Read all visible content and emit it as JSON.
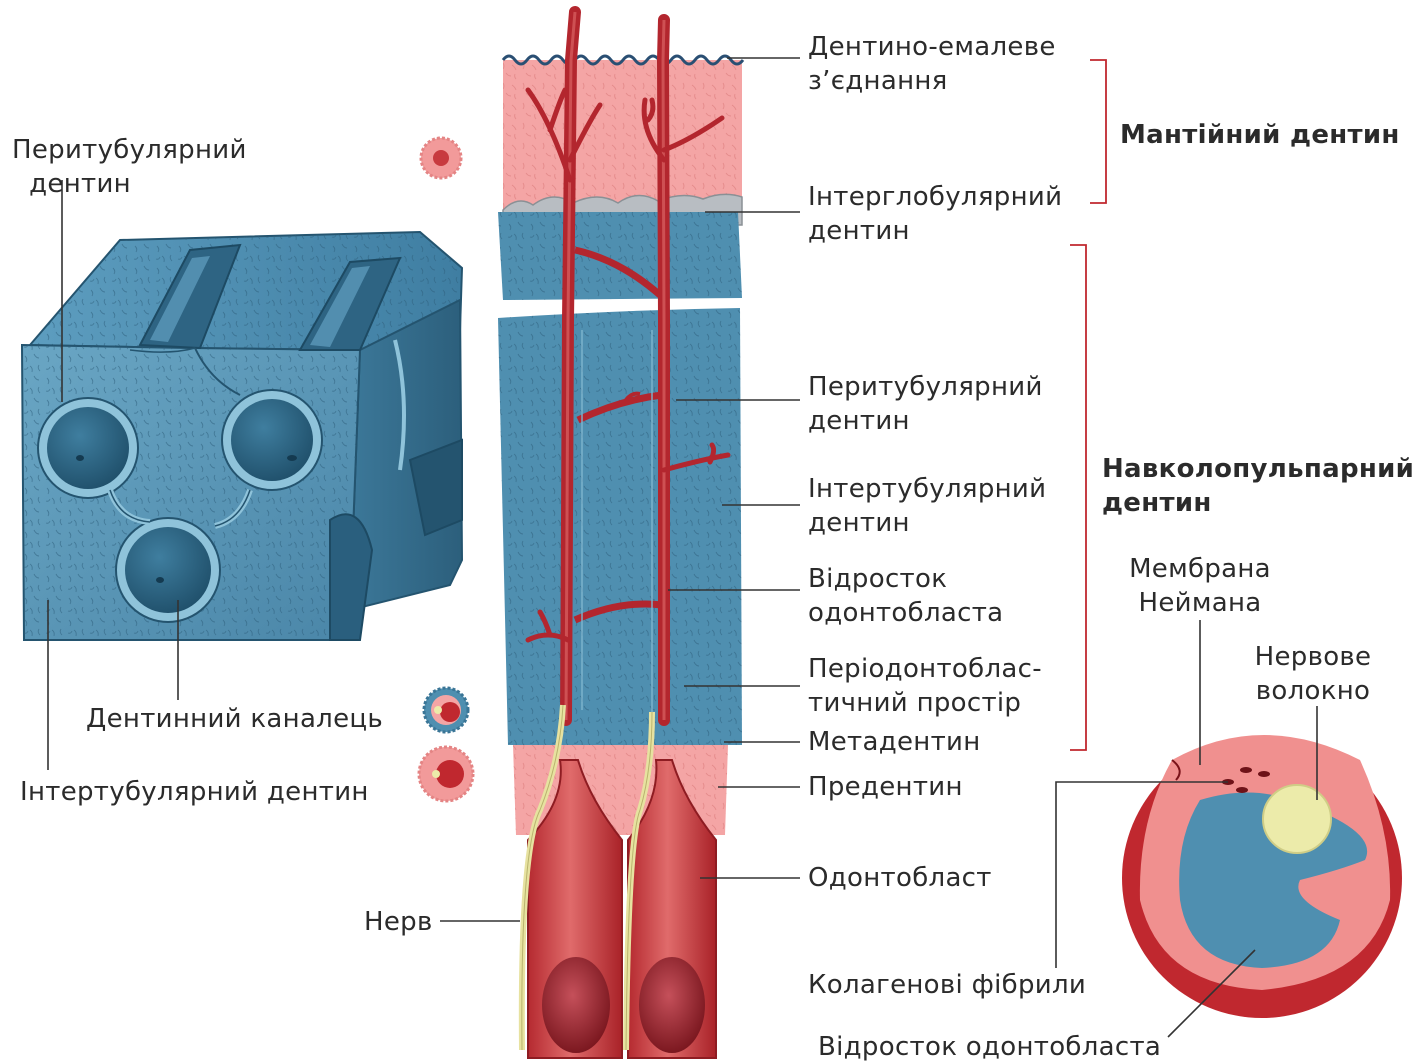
{
  "colors": {
    "dentin_blue": "#4f8fb0",
    "dentin_blue_dark": "#2f6c8d",
    "dentin_blue_light": "#7fb5cf",
    "pink": "#f4a5a5",
    "red_process": "#b3262e",
    "red_dark": "#8e1c22",
    "nerve_yellow": "#ecebaa",
    "label_text": "#2b2b2b",
    "leader_line": "#333333"
  },
  "labels": {
    "left": {
      "peritubular": "Перитубулярний\n  дентин",
      "dentinal_tubule": "Дентинний каналець",
      "intertubular": "Інтертубулярний дентин"
    },
    "center_left": {
      "nerve": "Нерв"
    },
    "right": {
      "dej": "Дентино-емалеве\nз’єднання",
      "interglobular": "Інтерглобулярний\nдентин",
      "peritubular": "Перитубулярний\nдентин",
      "intertubular": "Інтертубулярний\nдентин",
      "odontoblast_process": "Відросток\nодонтобласта",
      "periodontoblastic": "Періодонтоблас-\nтичний простір",
      "metadentin": "Метадентин",
      "predentin": "Предентин",
      "odontoblast": "Одонтобласт"
    },
    "groups": {
      "mantle": "Мантійний дентин",
      "circumpulpal": "Навколопульпарний\nдентин"
    },
    "cross_section": {
      "neumann_membrane": "Мембрана\nНеймана",
      "nerve_fiber": "Нервове\nволокно",
      "collagen_fibrils": "Колагенові фібрили",
      "odontoblast_process": "Відросток одонтобласта"
    }
  }
}
